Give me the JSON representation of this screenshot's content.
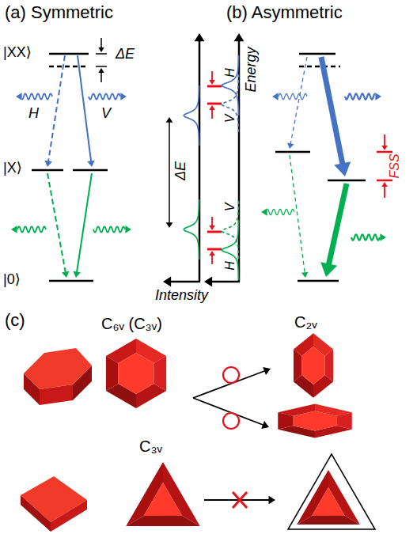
{
  "diagram": {
    "labels": [
      "(a) Symmetric",
      "(b) Asymmetric",
      "|XX⟩",
      "ΔE",
      "H",
      "V",
      "|X⟩",
      "|0⟩",
      "ΔE",
      "Intensity",
      "Energy",
      "H",
      "V",
      "V",
      "H",
      "FSS",
      "(c)",
      "C₆ᵥ (C₃ᵥ)",
      "C₂ᵥ",
      "C₃ᵥ"
    ]
  }
}
